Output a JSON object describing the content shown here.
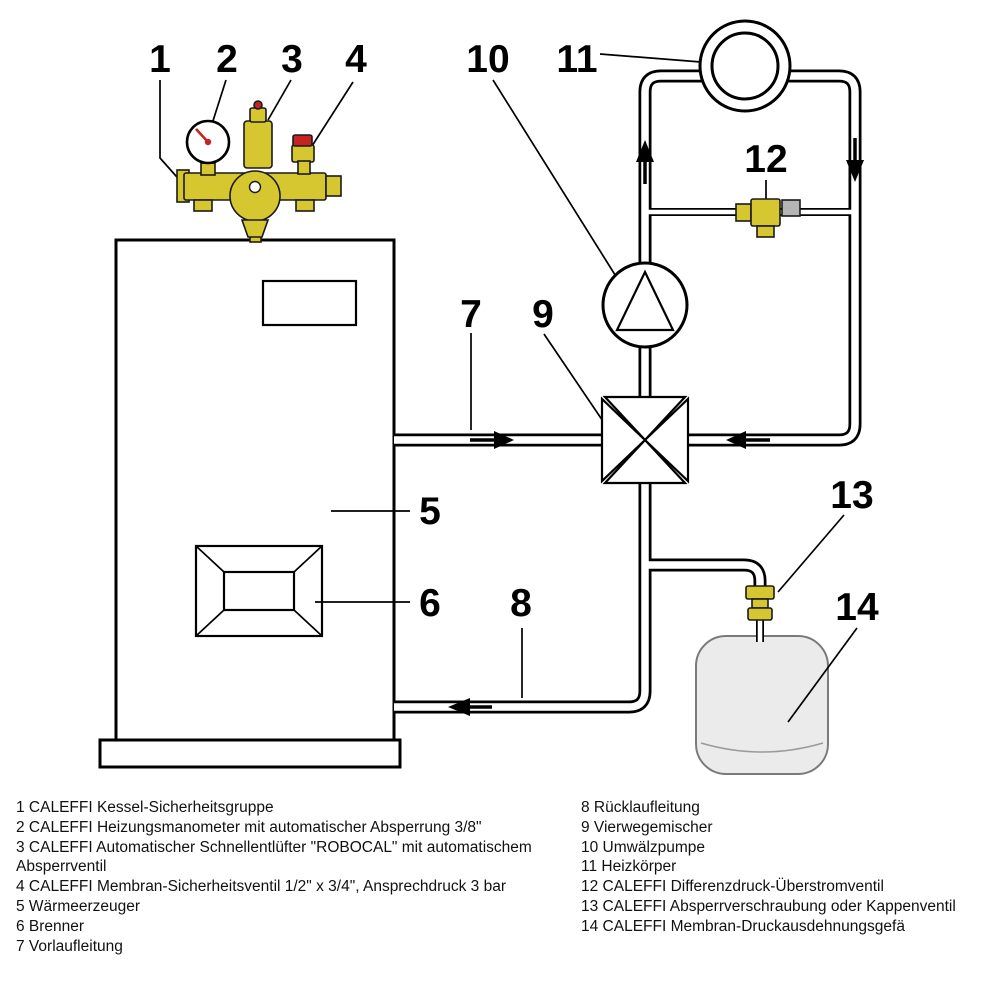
{
  "colors": {
    "brass": "#d6c62f",
    "red": "#c42522",
    "metal_gray": "#b5b5b5",
    "tank_gray": "#ebebeb",
    "line": "#000000"
  },
  "callouts": {
    "c1": "1",
    "c2": "2",
    "c3": "3",
    "c4": "4",
    "c5": "5",
    "c6": "6",
    "c7": "7",
    "c8": "8",
    "c9": "9",
    "c10": "10",
    "c11": "11",
    "c12": "12",
    "c13": "13",
    "c14": "14"
  },
  "legend": {
    "left": [
      "1 CALEFFI Kessel-Sicherheitsgruppe",
      "2 CALEFFI Heizungsmanometer mit automatischer Absperrung 3/8\"",
      "3 CALEFFI Automatischer Schnellentlüfter \"ROBOCAL\" mit automatischem Absperrventil",
      "4 CALEFFI Membran-Sicherheitsventil 1/2\" x 3/4\", Ansprechdruck 3 bar",
      "5 Wärmeerzeuger",
      "6 Brenner",
      "7 Vorlaufleitung"
    ],
    "right": [
      "8 Rücklaufleitung",
      "9 Vierwegemischer",
      "10 Umwälzpumpe",
      "11 Heizkörper",
      "12 CALEFFI Differenzdruck-Überstromventil",
      "13 CALEFFI Absperrverschraubung oder Kappenventil",
      "14 CALEFFI Membran-Druckausdehnungsgefä"
    ]
  }
}
